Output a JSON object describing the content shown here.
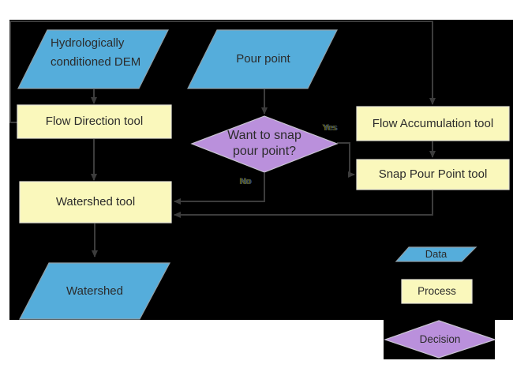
{
  "colors": {
    "canvas_bg": "#000000",
    "page_bg": "#ffffff",
    "connector": "#3c3c3c",
    "data_fill": "#55ADDB",
    "process_fill": "#FAF8BC",
    "decision_fill": "#BA90DC",
    "text": "#2b2b2b"
  },
  "nodes": {
    "dem": {
      "label": "Hydrologically conditioned DEM",
      "type": "data"
    },
    "pour_point": {
      "label": "Pour point",
      "type": "data"
    },
    "flow_direction": {
      "label": "Flow Direction tool",
      "type": "process"
    },
    "flow_accumulation": {
      "label": "Flow Accumulation tool",
      "type": "process"
    },
    "snap_pour_point": {
      "label": "Snap Pour Point tool",
      "type": "process"
    },
    "decision": {
      "label": "Want to snap pour point?",
      "type": "decision"
    },
    "watershed_tool": {
      "label": "Watershed tool",
      "type": "process"
    },
    "watershed": {
      "label": "Watershed",
      "type": "data"
    }
  },
  "edge_labels": {
    "yes": "Yes",
    "no": "No"
  },
  "legend": {
    "data": "Data",
    "process": "Process",
    "decision": "Decision"
  }
}
